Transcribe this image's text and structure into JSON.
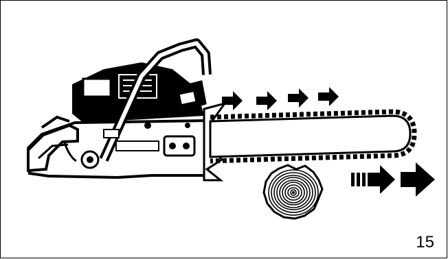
{
  "figure": {
    "number": "15",
    "ink_color": "#000000",
    "paper_color": "#ffffff",
    "chain_motion_arrows": 4,
    "feed_direction_arrows": 2
  }
}
